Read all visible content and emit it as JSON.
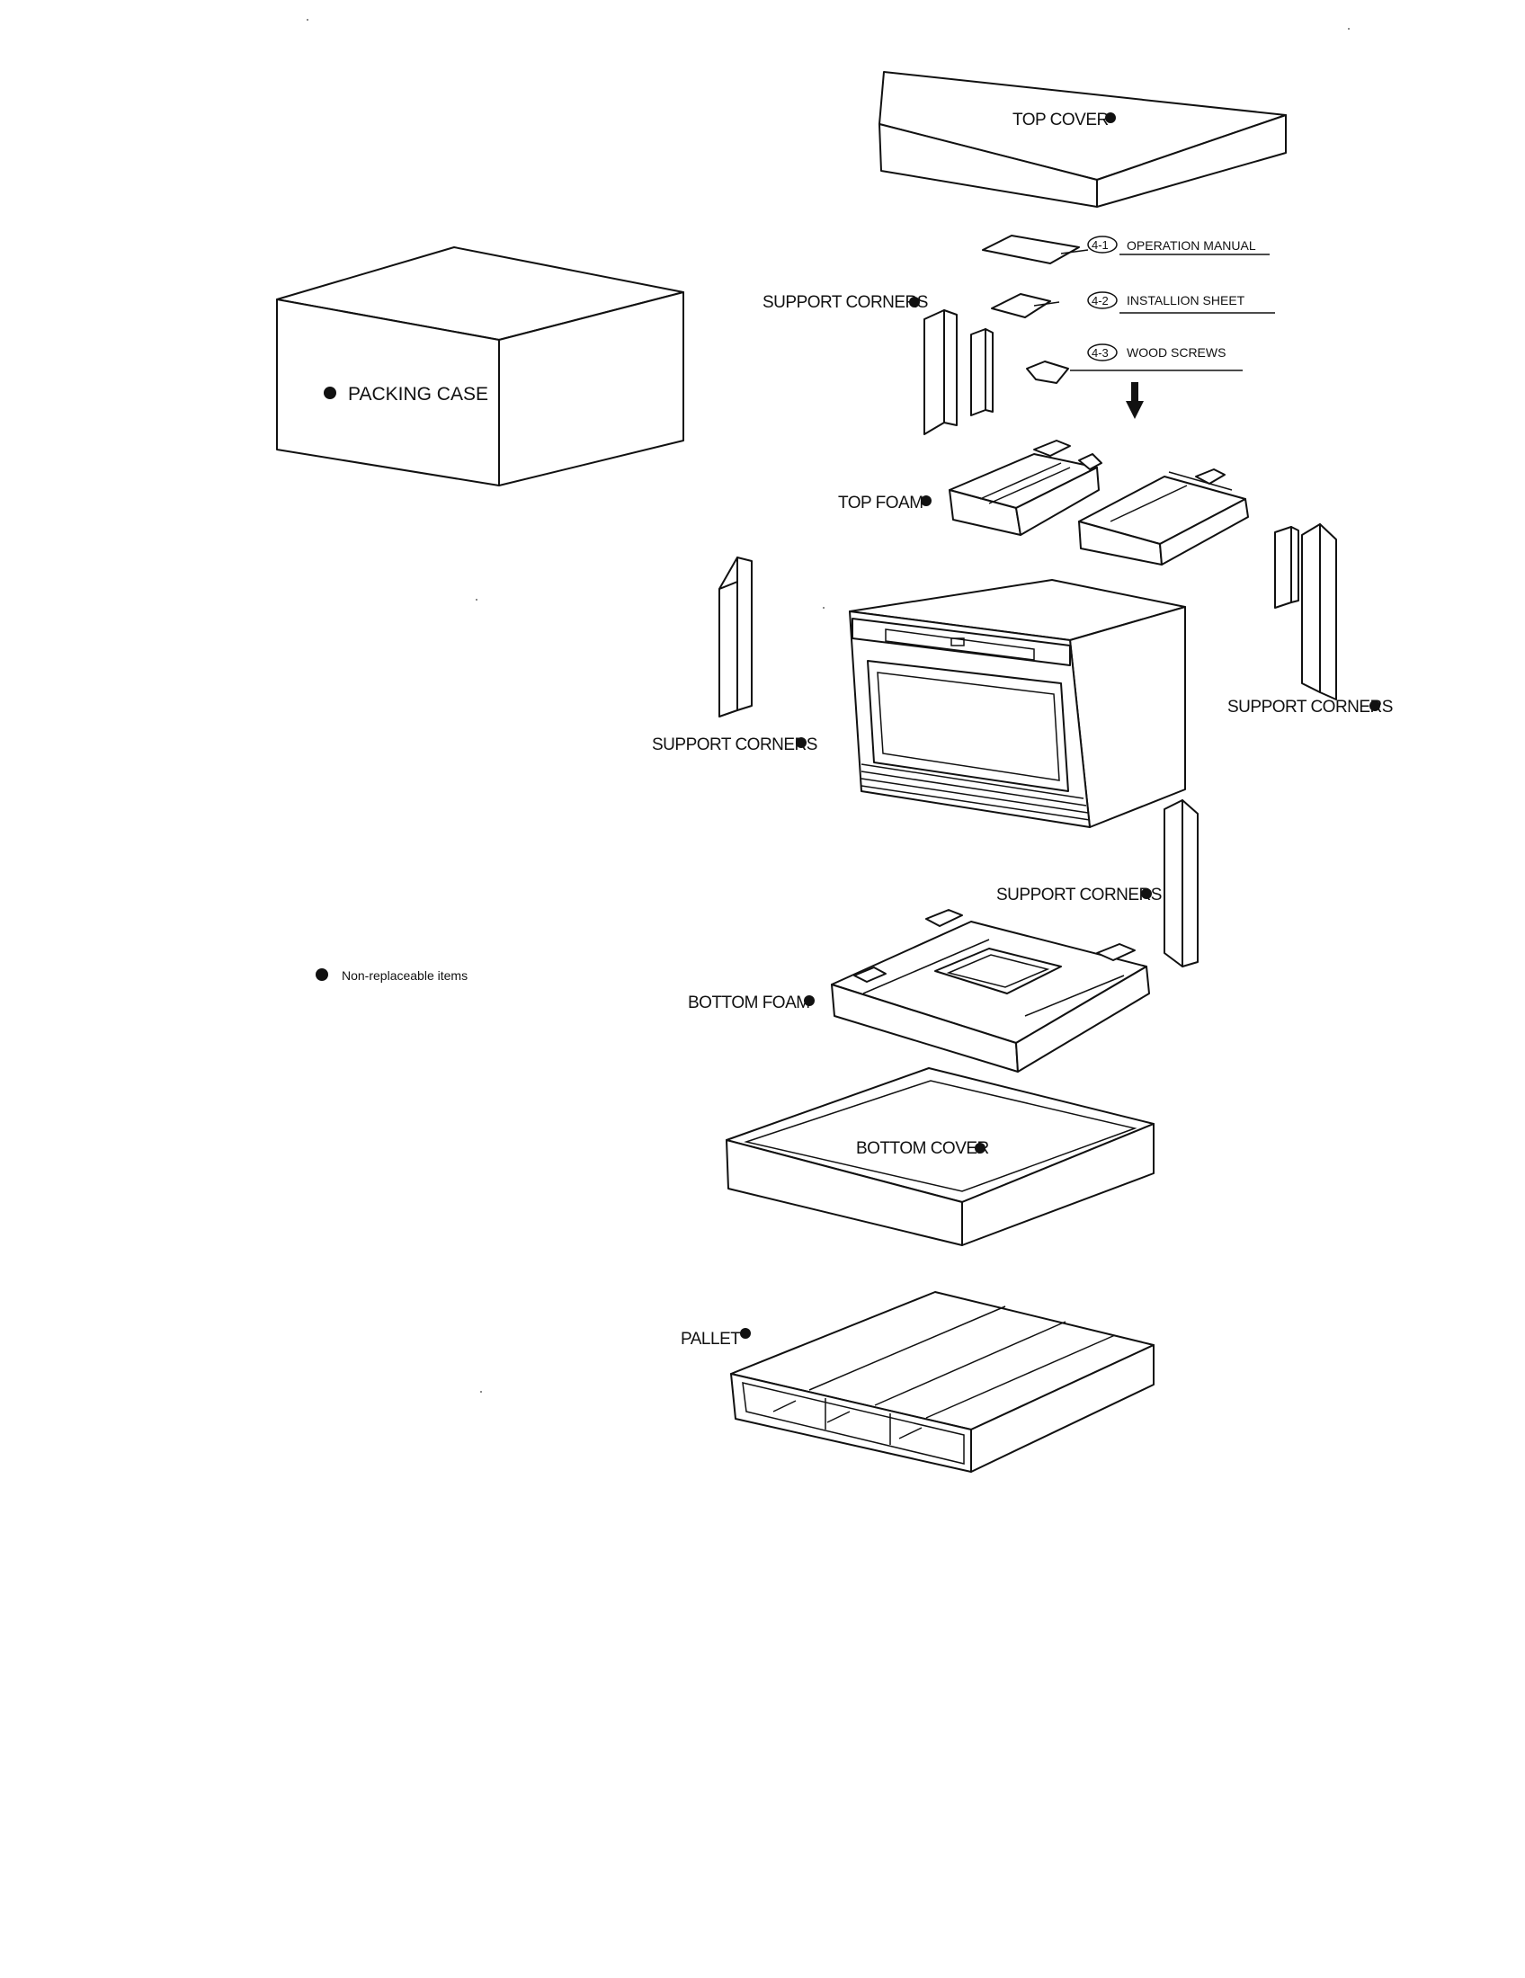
{
  "parts": {
    "top_cover": "TOP COVER",
    "operation_manual": {
      "num": "4-1",
      "label": "OPERATION MANUAL"
    },
    "installation_sheet": {
      "num": "4-2",
      "label": "INSTALLION SHEET"
    },
    "wood_screws": {
      "num": "4-3",
      "label": "WOOD SCREWS"
    },
    "support_corners": "SUPPORT CORNERS",
    "packing_case": "PACKING CASE",
    "top_foam": "TOP FOAM",
    "bottom_foam": "BOTTOM FOAM",
    "bottom_cover": "BOTTOM COVER",
    "pallet": "PALLET"
  },
  "legend": {
    "text": "Non-replaceable items"
  },
  "colors": {
    "line": "#111111",
    "background": "#ffffff"
  }
}
